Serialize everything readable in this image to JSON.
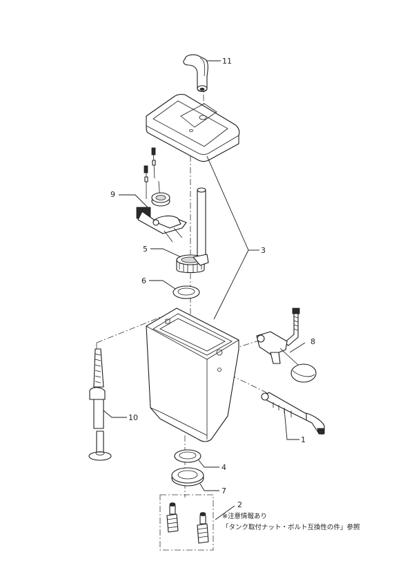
{
  "callouts": {
    "c1": "1",
    "c2": "2",
    "c3": "3",
    "c4": "4",
    "c5": "5",
    "c6": "6",
    "c7": "7",
    "c8": "8",
    "c9": "9",
    "c10": "10",
    "c11": "11"
  },
  "note": {
    "line1": "※注意情報あり",
    "line2": "「タンク取付ナット・ボルト互換性の件」参照"
  }
}
